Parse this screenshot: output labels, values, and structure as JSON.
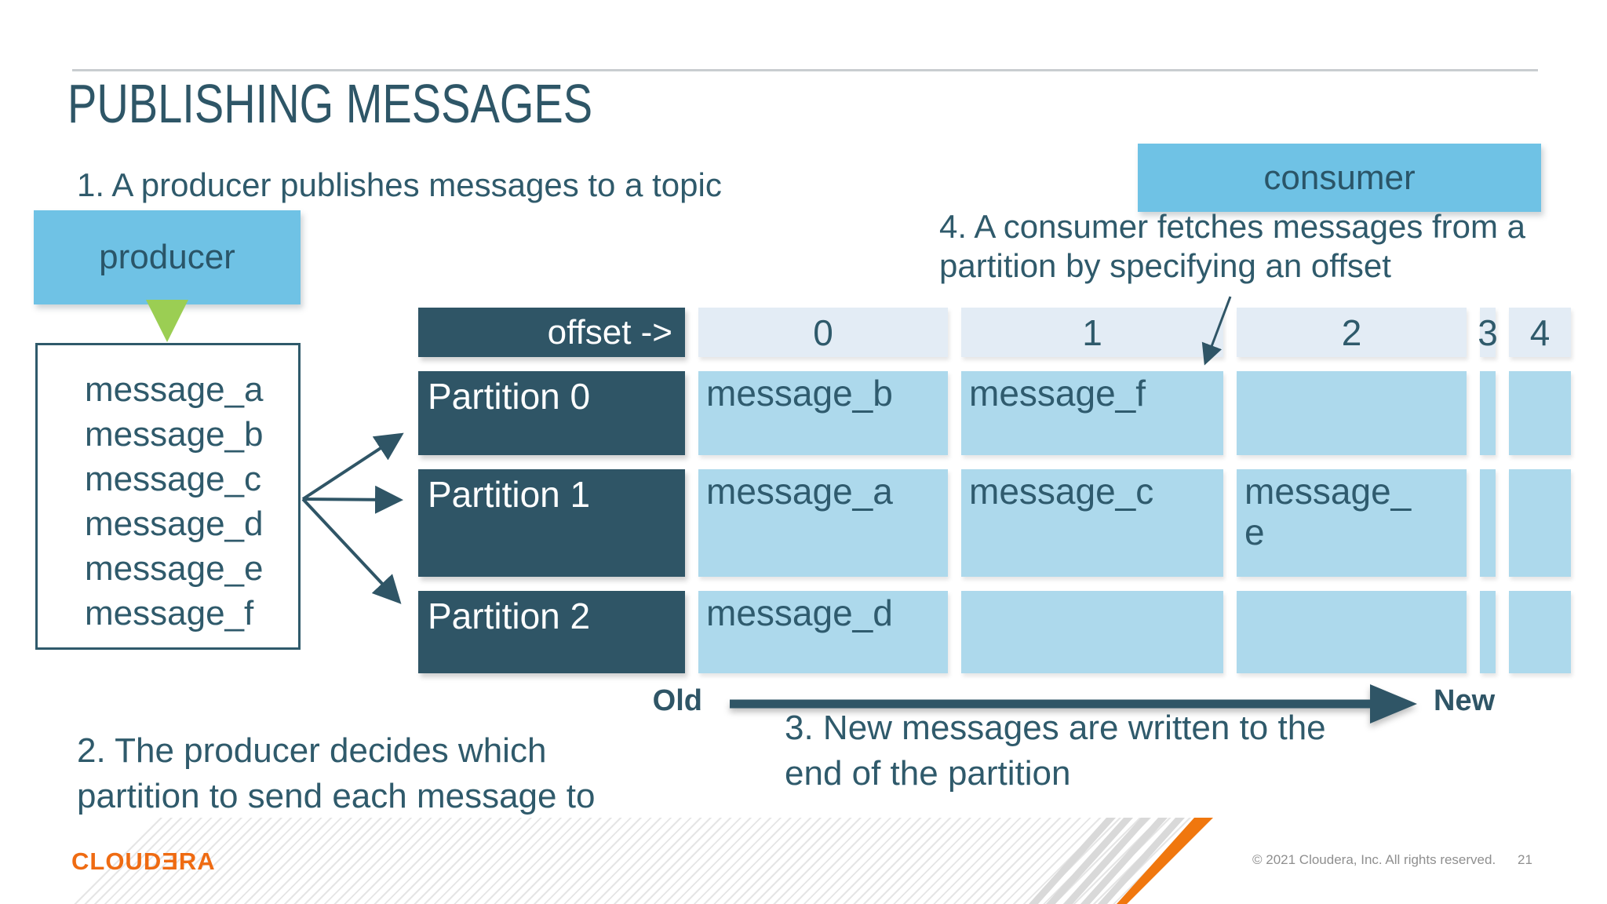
{
  "slide": {
    "title": "PUBLISHING MESSAGES",
    "page_number": "21",
    "copyright": "© 2021 Cloudera, Inc. All rights reserved.",
    "logo_text": "CLOUDƎRA"
  },
  "annotations": {
    "step1": {
      "lines": [
        "1. A producer publishes messages to a topic"
      ]
    },
    "step2": {
      "lines": [
        "2. The producer decides which",
        "partition to send each message to"
      ]
    },
    "step3": {
      "lines": [
        "3. New messages are written to the",
        "end of the partition"
      ]
    },
    "step4": {
      "lines": [
        "4. A consumer fetches messages from a",
        "partition by specifying an offset"
      ]
    },
    "old_label": "Old",
    "new_label": "New"
  },
  "producer": {
    "label": "producer",
    "messages": [
      "message_a",
      "message_b",
      "message_c",
      "message_d",
      "message_e",
      "message_f"
    ]
  },
  "consumer": {
    "label": "consumer"
  },
  "table": {
    "corner_label": "offset ->",
    "offsets": [
      "0",
      "1",
      "2",
      "3",
      "4"
    ],
    "rows": [
      {
        "label": "Partition 0",
        "cells": [
          "message_b",
          "message_f",
          "",
          "",
          ""
        ]
      },
      {
        "label": "Partition 1",
        "cells": [
          "message_a",
          "message_c",
          "message_\ne",
          "",
          ""
        ]
      },
      {
        "label": "Partition 2",
        "cells": [
          "message_d",
          "",
          "",
          "",
          ""
        ]
      }
    ]
  },
  "colors": {
    "dark_teal": "#2F5566",
    "text_teal": "#2F5A6B",
    "cell_blue": "#ADD9EC",
    "header_cell_blue": "#E3ECF5",
    "box_blue": "#6FC2E5",
    "arrow_green": "#9BCE53",
    "brand_orange": "#EF6B12",
    "footer_gray": "#8f8f8f"
  }
}
